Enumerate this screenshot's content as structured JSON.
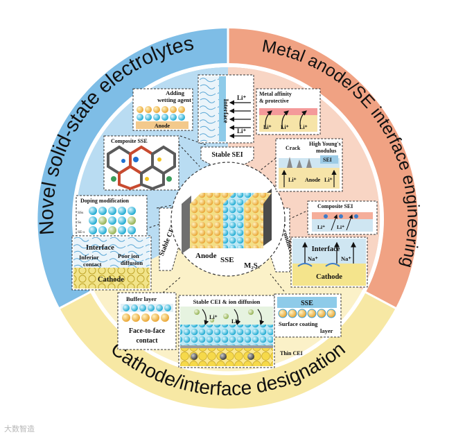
{
  "sections": {
    "electrolytes": {
      "title": "Novel solid-state electrolytes",
      "color": "#74b9e4"
    },
    "anode": {
      "title": "Metal anode/SE interface engineering",
      "color": "#ee9a79"
    },
    "cathode": {
      "title": "Cathode/interface designation",
      "color": "#f6e6a0"
    }
  },
  "center": {
    "anode": "Anode",
    "sse": "SSE",
    "m2sx": "M₂Sₓ"
  },
  "arrows": {
    "sei": "Stable SEI",
    "cei": "Stable CEI",
    "conductivity": "High conductivity"
  },
  "panels": {
    "wetting": {
      "title_1": "Adding",
      "title_2": "wetting agent",
      "anode": "Anode"
    },
    "interface_strip": {
      "label": "Interface",
      "li_1": "Li⁺",
      "li_2": "Li⁺"
    },
    "metal_affinity": {
      "title_1": "Metal affinity",
      "title_2": "& protective",
      "li_1": "Li⁺",
      "li_2": "Li⁺",
      "li_3": "Li⁺"
    },
    "modulus": {
      "title_1": "High Young's",
      "title_2": "modulus",
      "crack": "Crack",
      "sei": "SEI",
      "li_1": "Li⁺",
      "anode": "Anode",
      "li_2": "Li⁺"
    },
    "composite_sse": {
      "title": "Composite SSE"
    },
    "composite_sei": {
      "title": "Composite SEI",
      "li_1": "Li⁺",
      "li_2": "Li⁺"
    },
    "doping": {
      "title": "Doping modification",
      "s1": "SSs",
      "s2": "Ss",
      "s3": "SE-s"
    },
    "poor_ion": {
      "interface": "Interface",
      "inferior_1": "Inferior",
      "inferior_2": "contact",
      "poor_1": "Poor ion",
      "poor_2": "diffusion",
      "cathode": "Cathode"
    },
    "na_interface": {
      "interface": "Interface",
      "na_1": "Na⁺",
      "na_2": "Na⁺",
      "cathode": "Cathode"
    },
    "buffer": {
      "title": "Buffer layer",
      "face_1": "Face-to-face",
      "face_2": "contact"
    },
    "stable_cei": {
      "title": "Stable CEI & ion diffusion",
      "li_1": "Li⁺",
      "li_2": "Li⁺",
      "thin": "Thin CEI"
    },
    "coating": {
      "sse": "SSE",
      "surface": "Surface coating",
      "layer": "layer"
    }
  },
  "watermark": "大数智造"
}
